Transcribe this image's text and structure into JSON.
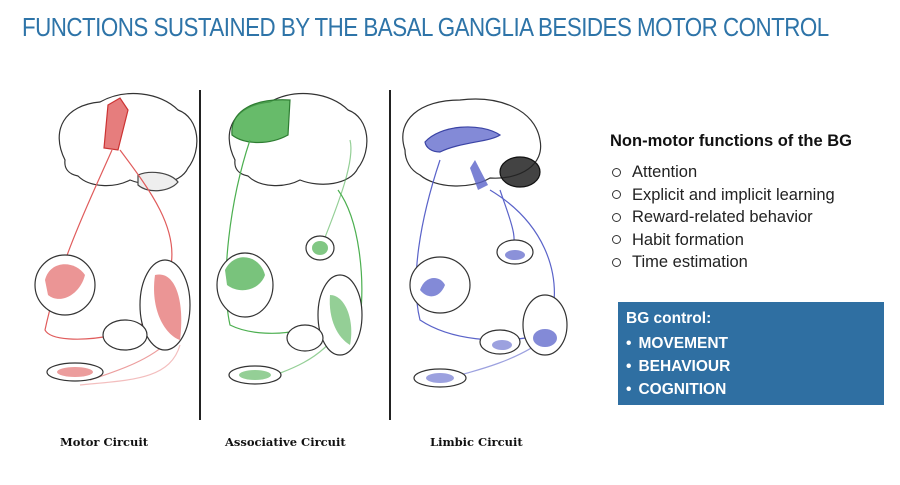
{
  "title": "FUNCTIONS SUSTAINED BY THE BASAL GANGLIA BESIDES MOTOR CONTROL",
  "circuits": [
    {
      "label": "Motor Circuit",
      "color": "#e05c5c"
    },
    {
      "label": "Associative Circuit",
      "color": "#4caf50"
    },
    {
      "label": "Limbic Circuit",
      "color": "#5a63c9"
    }
  ],
  "non_motor": {
    "title": "Non-motor functions of the BG",
    "items": [
      "Attention",
      "Explicit and implicit learning",
      "Reward-related behavior",
      "Habit formation",
      "Time estimation"
    ]
  },
  "bg_control": {
    "title": "BG control:",
    "items": [
      "MOVEMENT",
      "BEHAVIOUR",
      "COGNITION"
    ]
  }
}
